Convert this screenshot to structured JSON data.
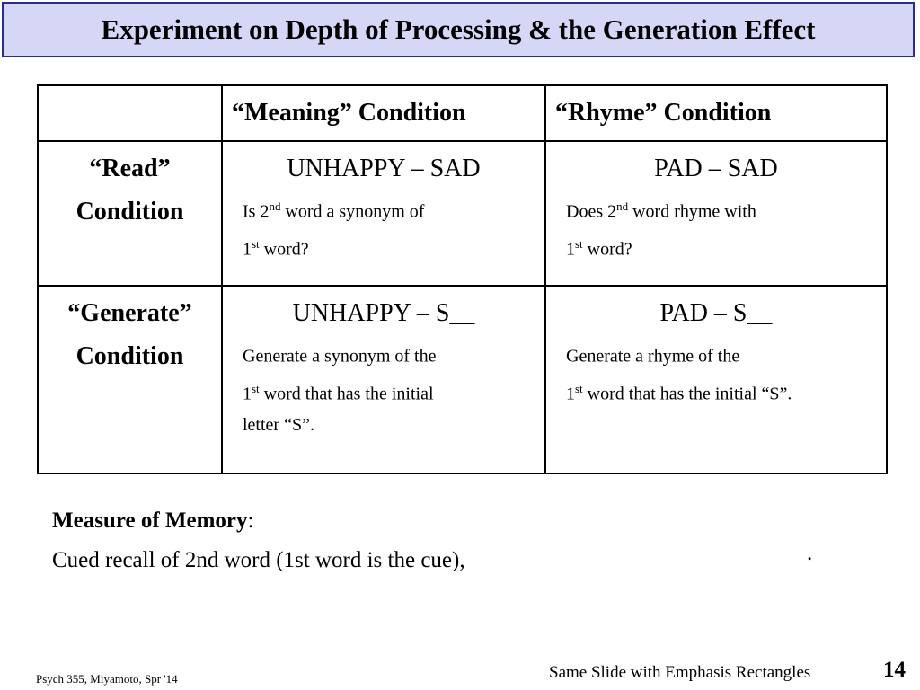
{
  "title": "Experiment on Depth of Processing & the Generation Effect",
  "table": {
    "corner": "",
    "columns": [
      "“Meaning” Condition",
      "“Rhyme” Condition"
    ],
    "rows": [
      {
        "header_line1": "“Read”",
        "header_line2": "Condition",
        "cells": [
          {
            "pair": "UNHAPPY – SAD",
            "pair_blank": "",
            "q_line1_pre": "Is 2",
            "q_line1_sup": "nd",
            "q_line1_post": " word a synonym of",
            "q_line2_pre": "1",
            "q_line2_sup": "st",
            "q_line2_post": " word?",
            "q_line3": ""
          },
          {
            "pair": "PAD – SAD",
            "pair_blank": "",
            "q_line1_pre": "Does 2",
            "q_line1_sup": "nd",
            "q_line1_post": " word rhyme with",
            "q_line2_pre": "1",
            "q_line2_sup": "st",
            "q_line2_post": " word?",
            "q_line3": ""
          }
        ]
      },
      {
        "header_line1": "“Generate”",
        "header_line2": "Condition",
        "cells": [
          {
            "pair": "UNHAPPY – S",
            "pair_blank": "__",
            "q_line1_pre": "Generate a synonym of the",
            "q_line1_sup": "",
            "q_line1_post": "",
            "q_line2_pre": "1",
            "q_line2_sup": "st",
            "q_line2_post": " word that has the initial",
            "q_line3": "letter “S”."
          },
          {
            "pair": "PAD – S",
            "pair_blank": "__",
            "q_line1_pre": "Generate a rhyme of the",
            "q_line1_sup": "",
            "q_line1_post": "",
            "q_line2_pre": "1",
            "q_line2_sup": "st",
            "q_line2_post": " word that has the initial “S”.",
            "q_line3": ""
          }
        ]
      }
    ]
  },
  "measure": {
    "label": "Measure of Memory",
    "colon": ":",
    "text": "Cued recall of 2nd word (1st word is the cue),",
    "trailing": "."
  },
  "footer": {
    "left": "Psych 355, Miyamoto, Spr '14",
    "right": "Same Slide with Emphasis Rectangles",
    "page_number": "14"
  },
  "colors": {
    "title_bg": "#d6d6f7",
    "title_border": "#2b2b8c"
  }
}
